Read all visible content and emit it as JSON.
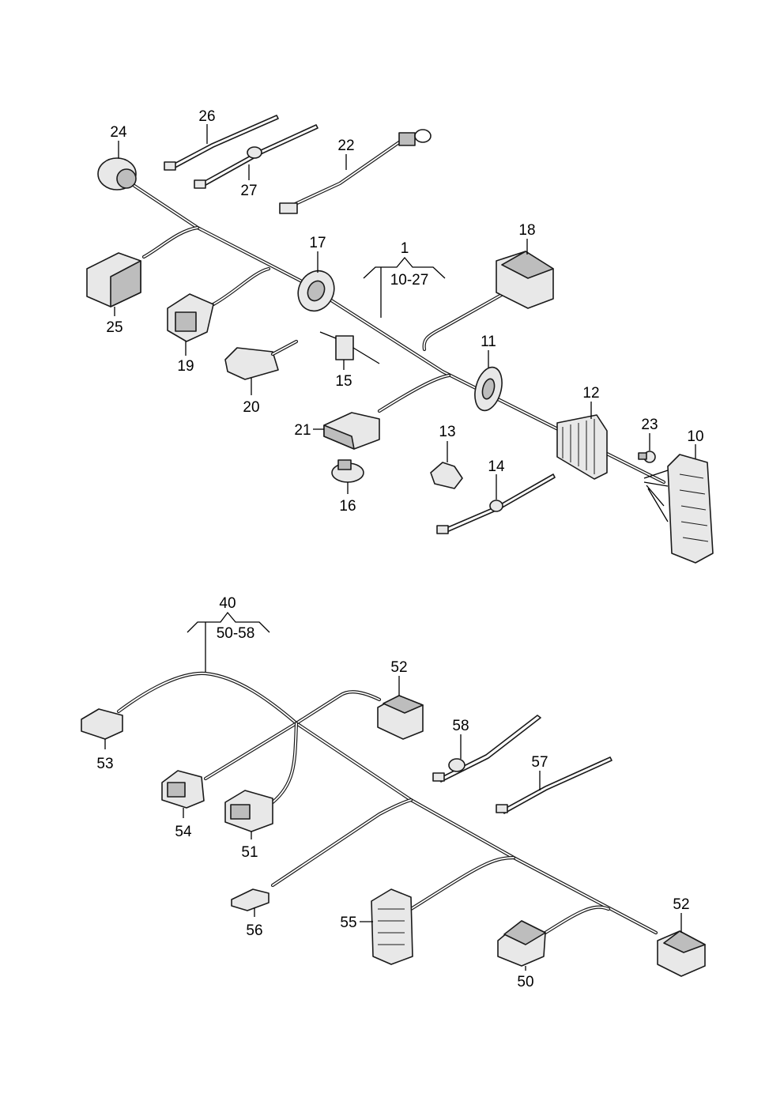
{
  "groups": [
    {
      "id": "upper",
      "number": "1",
      "range": "10-27"
    },
    {
      "id": "lower",
      "number": "40",
      "range": "50-58"
    }
  ],
  "labels": {
    "p24": "24",
    "p26": "26",
    "p27": "27",
    "p22": "22",
    "p17": "17",
    "p18": "18",
    "p25": "25",
    "p19": "19",
    "p20": "20",
    "p15": "15",
    "p11": "11",
    "p12": "12",
    "p21": "21",
    "p16": "16",
    "p13": "13",
    "p14": "14",
    "p23": "23",
    "p10": "10",
    "p52a": "52",
    "p53": "53",
    "p58": "58",
    "p57": "57",
    "p54": "54",
    "p51": "51",
    "p56": "56",
    "p55": "55",
    "p50": "50",
    "p52b": "52"
  },
  "colors": {
    "line": "#1a1a1a",
    "part": "#e8e8e8",
    "part_dark": "#bdbdbd"
  }
}
